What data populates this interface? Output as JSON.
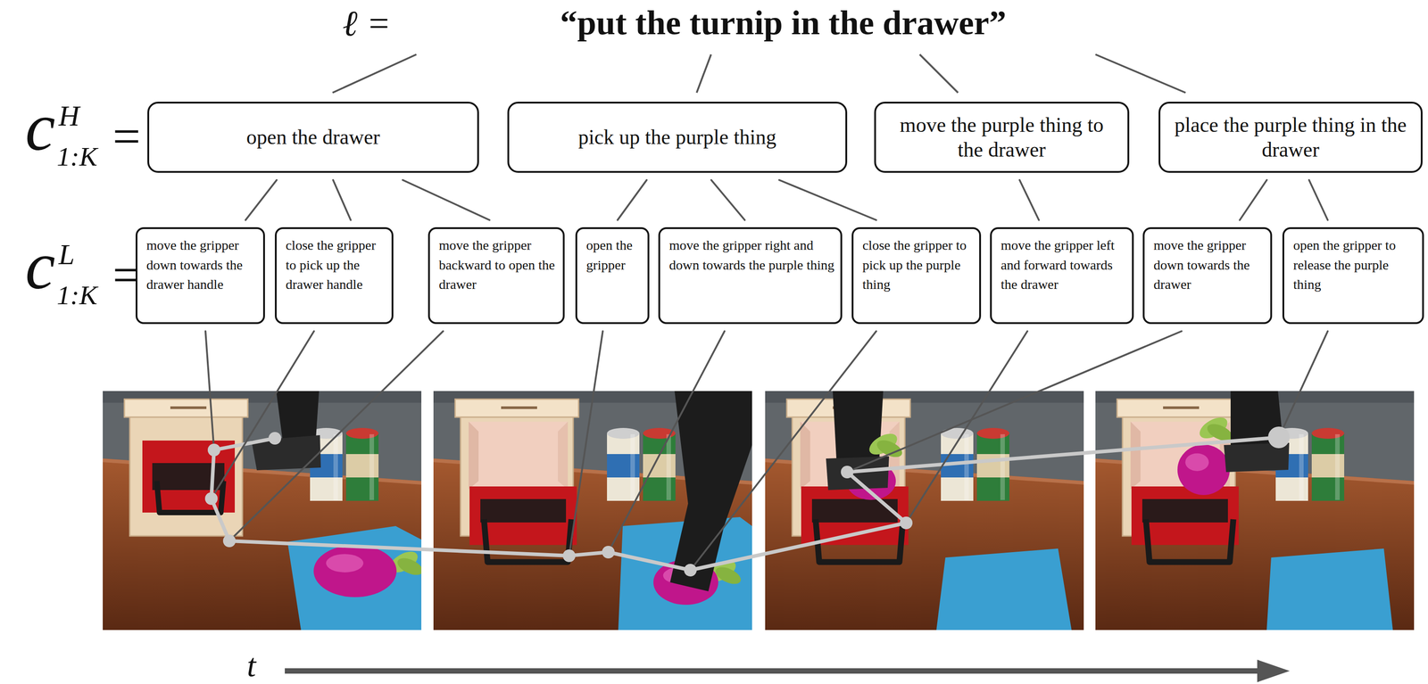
{
  "diagram": {
    "title": "“put the turnip in the drawer”",
    "nodes": [
      {
        "text": [
          "open the drawer"
        ]
      },
      {
        "text": [
          "pick up the purple thing"
        ]
      },
      {
        "text": [
          "move the purple thing to the drawer"
        ]
      },
      {
        "text": [
          "place the purple thing in the drawer"
        ]
      },
      {
        "text": [
          "move the gripper down towards the drawer handle"
        ]
      },
      {
        "text": [
          "close the gripper to pick up the drawer handle"
        ]
      },
      {
        "text": [
          "move the gripper backward to open the drawer"
        ]
      },
      {
        "text": [
          "open the gripper"
        ]
      },
      {
        "text": [
          "move the gripper right and down towards the purple thing"
        ]
      },
      {
        "text": [
          "close the gripper to pick up the purple thing"
        ]
      },
      {
        "text": [
          "move the gripper left and forward towards the drawer"
        ]
      },
      {
        "text": [
          "move the gripper down towards the drawer"
        ]
      },
      {
        "text": [
          "open the gripper to release the purple thing"
        ]
      }
    ],
    "edges": [
      {
        "from": 0,
        "to": 4,
        "arrow": "none"
      },
      {
        "from": 0,
        "to": 5,
        "arrow": "none"
      },
      {
        "from": 0,
        "to": 6,
        "arrow": "none"
      },
      {
        "from": 1,
        "to": 7,
        "arrow": "none"
      },
      {
        "from": 1,
        "to": 8,
        "arrow": "none"
      },
      {
        "from": 1,
        "to": 9,
        "arrow": "none"
      },
      {
        "from": 2,
        "to": 10,
        "arrow": "none"
      },
      {
        "from": 3,
        "to": 11,
        "arrow": "none"
      },
      {
        "from": 3,
        "to": 12,
        "arrow": "none"
      }
    ],
    "labels": [
      "ℓ =",
      "c",
      "H",
      "1:K",
      "=",
      "c",
      "L",
      "1:K",
      "=",
      "t"
    ]
  }
}
